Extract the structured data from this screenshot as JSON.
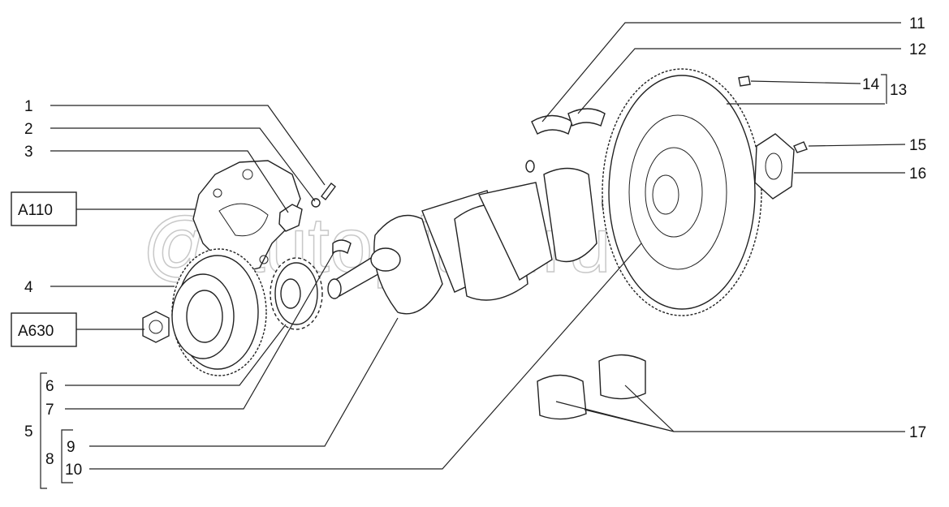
{
  "diagram": {
    "watermark": "@autopiter.ru",
    "callouts": {
      "c1": "1",
      "c2": "2",
      "c3": "3",
      "c4": "4",
      "c5": "5",
      "c6": "6",
      "c7": "7",
      "c8": "8",
      "c9": "9",
      "c10": "10",
      "c11": "11",
      "c12": "12",
      "c13": "13",
      "c14": "14",
      "c15": "15",
      "c16": "16",
      "c17": "17"
    },
    "references": {
      "a110": "A110",
      "a630": "A630"
    }
  }
}
